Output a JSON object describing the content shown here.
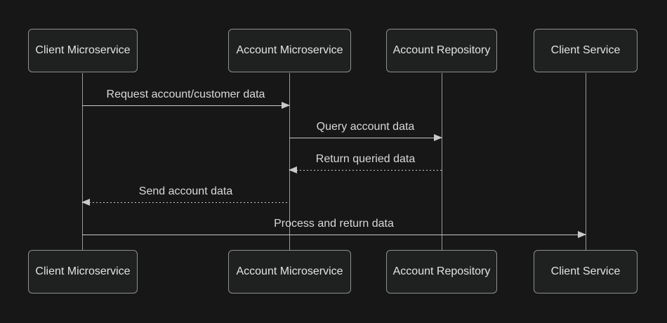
{
  "diagram": {
    "type": "sequence-diagram",
    "actors": [
      {
        "label": "Client Microservice"
      },
      {
        "label": "Account Microservice"
      },
      {
        "label": "Account Repository"
      },
      {
        "label": "Client Service"
      }
    ],
    "messages": [
      {
        "text": "Request account/customer data",
        "from": "Client Microservice",
        "to": "Account Microservice",
        "line": "solid",
        "arrow": "filled",
        "direction": "right"
      },
      {
        "text": "Query account data",
        "from": "Account Microservice",
        "to": "Account Repository",
        "line": "solid",
        "arrow": "filled",
        "direction": "right"
      },
      {
        "text": "Return queried data",
        "from": "Account Repository",
        "to": "Account Microservice",
        "line": "dotted",
        "arrow": "filled",
        "direction": "left"
      },
      {
        "text": "Send account data",
        "from": "Account Microservice",
        "to": "Client Microservice",
        "line": "dotted",
        "arrow": "filled",
        "direction": "left"
      },
      {
        "text": "Process and return data",
        "from": "Client Microservice",
        "to": "Client Service",
        "line": "solid",
        "arrow": "filled",
        "direction": "right"
      }
    ],
    "colors": {
      "background": "#171717",
      "actor_fill": "#1f2020",
      "actor_border": "#8f8f8f",
      "actor_text": "#e3e3e3",
      "message_text": "#d9d9d9",
      "line": "#c9c9c9",
      "lifeline": "#9a9a9a"
    }
  }
}
